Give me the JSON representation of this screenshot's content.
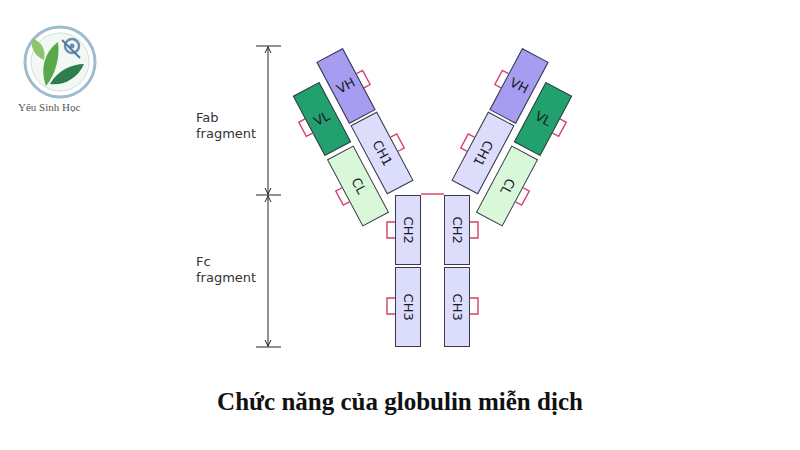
{
  "diagram": {
    "title": "Chức năng của globulin miễn dịch",
    "nodes": [
      {
        "text": [
          "VL"
        ]
      },
      {
        "text": [
          "VH"
        ]
      },
      {
        "text": [
          "CL"
        ]
      },
      {
        "text": [
          "CH1"
        ]
      },
      {
        "text": [
          "VH"
        ]
      },
      {
        "text": [
          "VL"
        ]
      },
      {
        "text": [
          "CH1"
        ]
      },
      {
        "text": [
          "CL"
        ]
      },
      {
        "text": [
          "CH2"
        ]
      },
      {
        "text": [
          "CH2"
        ]
      },
      {
        "text": [
          "CH3"
        ]
      },
      {
        "text": [
          "CH3"
        ]
      }
    ],
    "labels": [
      "Fab fragment",
      "Fc fragment",
      "Yêu Sinh Học"
    ]
  }
}
